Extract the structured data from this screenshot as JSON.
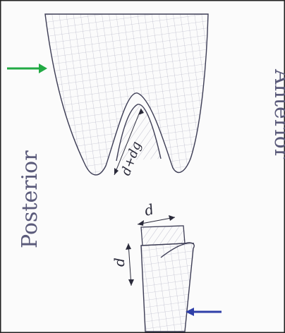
{
  "labels": {
    "posterior": "Posterior",
    "anterior": "Anterior"
  },
  "dimensions": {
    "upper_gap": "d+dg",
    "lower_width": "d",
    "lower_height": "d"
  },
  "colors": {
    "green_arrow": "#22aa44",
    "blue_arrow": "#2f3fa8",
    "pencil": "#3d3d55",
    "hatch": "#9a9ab0",
    "border": "#222222"
  },
  "arrows": {
    "green": "arrow-right-icon",
    "blue": "arrow-left-icon"
  }
}
